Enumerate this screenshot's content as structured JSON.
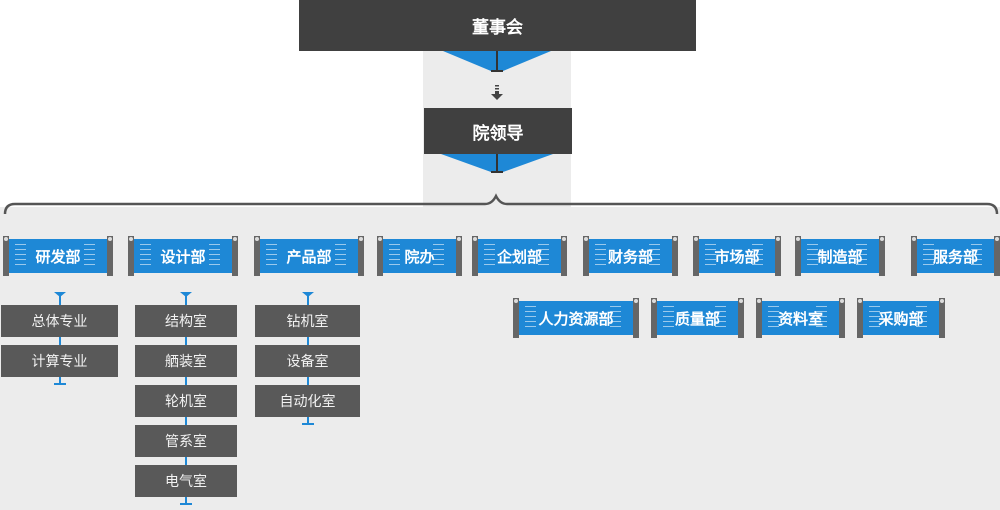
{
  "title": "组织架构",
  "top_nodes": [
    {
      "label": "董事会"
    },
    {
      "label": "院领导"
    }
  ],
  "departments_row1": [
    {
      "label": "研发部",
      "sub_units": [
        "总体专业",
        "计算专业"
      ]
    },
    {
      "label": "设计部",
      "sub_units": [
        "结构室",
        "舾装室",
        "轮机室",
        "管系室",
        "电气室"
      ]
    },
    {
      "label": "产品部",
      "sub_units": [
        "钻机室",
        "设备室",
        "自动化室"
      ]
    },
    {
      "label": "院办",
      "sub_units": []
    },
    {
      "label": "企划部",
      "sub_units": []
    },
    {
      "label": "财务部",
      "sub_units": []
    },
    {
      "label": "市场部",
      "sub_units": []
    },
    {
      "label": "制造部",
      "sub_units": []
    },
    {
      "label": "服务部",
      "sub_units": []
    }
  ],
  "departments_row2": [
    {
      "label": "人力资源部"
    },
    {
      "label": "质量部"
    },
    {
      "label": "资料室"
    },
    {
      "label": "采购部"
    }
  ],
  "colors": {
    "banner_blue": "#1e88d6",
    "top_box": "#404040",
    "sub_box": "#595959",
    "background": "#ececec"
  },
  "icons": {
    "down_arrow": "down-arrow-icon",
    "brace": "curly-brace-connector"
  }
}
